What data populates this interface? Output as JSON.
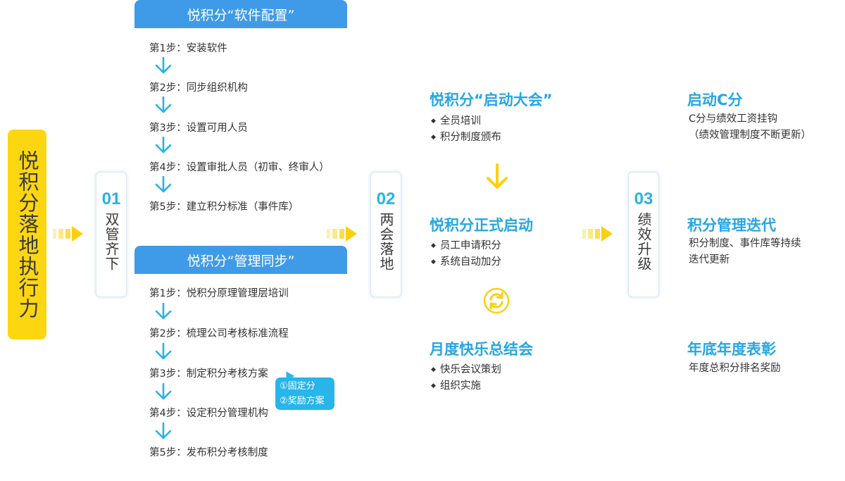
{
  "title": "悦积分落地执行力",
  "stages": [
    {
      "num": "01",
      "label": "双管齐下"
    },
    {
      "num": "02",
      "label": "两会落地"
    },
    {
      "num": "03",
      "label": "绩效升级"
    }
  ],
  "software_config": {
    "header": "悦积分“软件配置”",
    "steps": [
      "第1步：安装软件",
      "第2步：同步组织机构",
      "第3步：设置可用人员",
      "第4步：设置审批人员（初审、终审人）",
      "第5步：建立积分标准（事件库）"
    ]
  },
  "management_sync": {
    "header": "悦积分“管理同步”",
    "steps": [
      "第1步：悦积分原理管理层培训",
      "第2步：梳理公司考核标准流程",
      "第3步：制定积分考核方案",
      "第4步：设定积分管理机构",
      "第5步：发布积分考核制度"
    ],
    "note": [
      "①固定分",
      "②奖励方案"
    ]
  },
  "meetings": {
    "kickoff": {
      "title": "悦积分“启动大会”",
      "bullets": [
        "全员培训",
        "积分制度颁布"
      ]
    },
    "launch": {
      "title": "悦积分正式启动",
      "bullets": [
        "员工申请积分",
        "系统自动加分"
      ]
    },
    "monthly": {
      "title": "月度快乐总结会",
      "bullets": [
        "快乐会议策划",
        "组织实施"
      ]
    }
  },
  "performance": {
    "c_score": {
      "title": "启动C分",
      "lines": [
        "C分与绩效工资挂钩",
        "（绩效管理制度不断更新）"
      ]
    },
    "iteration": {
      "title": "积分管理迭代",
      "lines": [
        "积分制度、事件库等持续",
        "迭代更新"
      ]
    },
    "annual": {
      "title": "年底年度表彰",
      "lines": [
        "年度总积分排名奖励"
      ]
    }
  },
  "colors": {
    "yellow": "#fcd611",
    "blue_tab": "#3f9be8",
    "blue_text": "#27a6e3",
    "arrow_blue": "#27b3e8"
  },
  "icons": [
    "down-arrow-icon",
    "yellow-down-arrow-icon",
    "cycle-icon",
    "right-arrow-icon"
  ]
}
